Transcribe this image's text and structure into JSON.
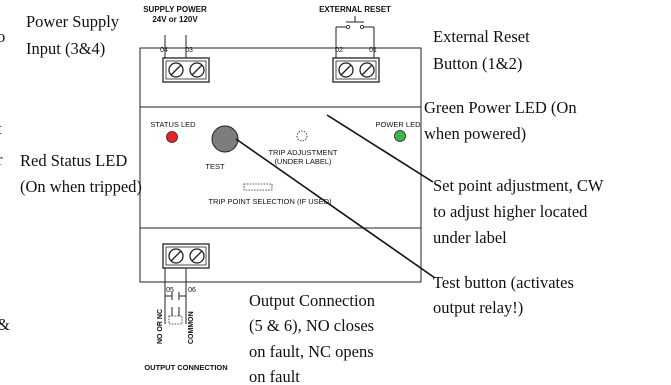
{
  "device": {
    "supply_title": "SUPPLY POWER",
    "supply_voltage": "24V or 120V",
    "external_reset_title": "EXTERNAL RESET",
    "terminal_04": "04",
    "terminal_03": "03",
    "terminal_02": "02",
    "terminal_01": "01",
    "terminal_05": "05",
    "terminal_06": "06",
    "status_led": "STATUS LED",
    "power_led": "POWER LED",
    "test": "TEST",
    "trip_adjustment": "TRIP ADJUSTMENT",
    "under_label": "(UNDER LABEL)",
    "trip_point_selection": "TRIP POINT SELECTION (IF USED)",
    "no_or_nc": "NO OR NC",
    "common": "COMMON",
    "output_connection": "OUTPUT CONNECTION",
    "status_led_color": "#e8202a",
    "power_led_color": "#3db54a",
    "test_button_color": "#7d7d7d"
  },
  "callouts": {
    "power_supply_1": "Power Supply",
    "power_supply_2": "Input (3&4)",
    "external_reset_1": "External Reset",
    "external_reset_2": "Button (1&2)",
    "green_led_1": "Green Power LED (On",
    "green_led_2": "when powered)",
    "red_led_1": "Red Status LED",
    "red_led_2": "(On when tripped)",
    "set_point_1": "Set point adjustment, CW",
    "set_point_2": "to adjust higher located",
    "set_point_3": "under label",
    "test_button_1": "Test button (activates",
    "test_button_2": "output relay!)",
    "output_1": "Output Connection",
    "output_2": "(5 & 6), NO closes",
    "output_3": "on fault, NC opens",
    "output_4": "on fault"
  },
  "edge_fragments": {
    "o": "o",
    "t": "t",
    "r": "r",
    "amp": "&"
  }
}
